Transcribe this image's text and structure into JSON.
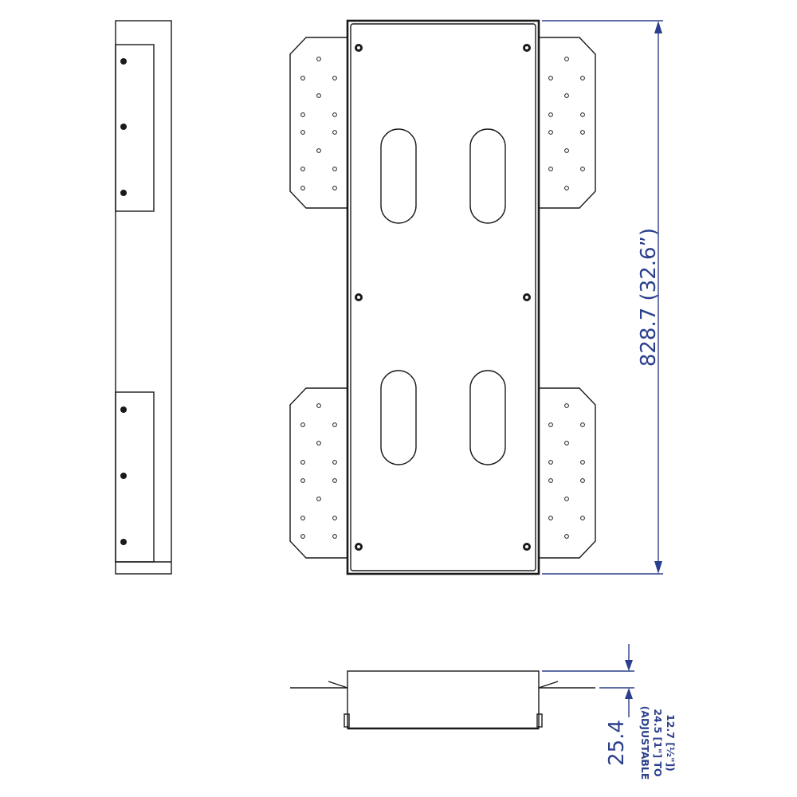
{
  "dimensions": {
    "height_label": "828.7  (32.6”)",
    "depth_label": "25.4",
    "depth_note_1": "(ADJUSTABLE",
    "depth_note_2": "24.5 [1\"] TO",
    "depth_note_3": "12.7 [½\"])"
  },
  "colors": {
    "line": "#1a1a1a",
    "dimension": "#2b3f8c",
    "background": "#ffffff"
  }
}
